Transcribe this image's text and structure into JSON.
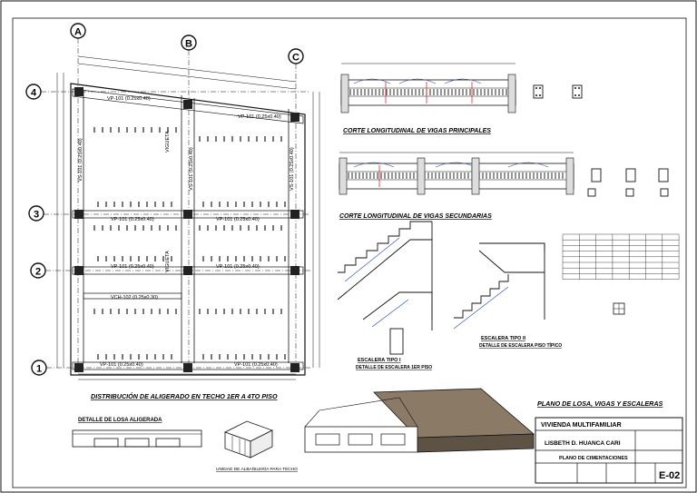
{
  "grid": {
    "columns": [
      "A",
      "B",
      "C"
    ],
    "rows": [
      "4",
      "3",
      "2",
      "1"
    ]
  },
  "plan": {
    "beams": {
      "vp_top": "VP-101 (0.25x0.40)",
      "vp_top_right": "VP-101 (0.25x0.40)",
      "vp_row3_left": "VP-101 (0.25x0.40)",
      "vp_row3_right": "VP-101 (0.25x0.40)",
      "vp_row2_left": "VP-101 (0.25x0.40)",
      "vp_row2_right": "VP-101 (0.25x0.40)",
      "vch": "VCH-102 (0.25x0.30)",
      "vp_bottom_left": "VP-101 (0.25x0.40)",
      "vp_bottom_right": "VP-101 (0.25x0.40)",
      "vs_left": "VS-101 (0.25x0.40)",
      "vs_mid": "VS-101 (0.25x0.40)",
      "vs_right": "VS-101 (0.25x0.40)"
    },
    "vigueta": "VIGUETA"
  },
  "titles": {
    "plan_title": "DISTRIBUCIÓN DE ALIGERADO EN TECHO 1ER A 4TO PISO",
    "corte_principales": "CORTE LONGITUDINAL DE VIGAS PRINCIPALES",
    "corte_secundarias": "CORTE LONGITUDINAL DE VIGAS SECUNDARIAS",
    "escalera_1": "ESCALERA TIPO I",
    "escalera_1_sub": "DETALLE DE ESCALERA 1ER PISO",
    "escalera_2": "ESCALERA TIPO II",
    "escalera_2_sub": "DETALLE DE ESCALERA PISO TÍPICO",
    "detalle_losa": "DETALLE DE LOSA ALIGERADA",
    "unidad_albanileria": "UNIDAD DE ALBAÑILERÍA PARA TECHO",
    "plano_titulo": "PLANO DE LOSA, VIGAS Y ESCALERAS"
  },
  "title_block": {
    "project": "VIVIENDA MULTIFAMILIAR",
    "author": "LISBETH D. HUANCA CARI",
    "plan_name": "PLANO DE CIMENTACIONES",
    "sheet": "E-02"
  },
  "colors": {
    "ink": "#111111",
    "hatch": "#777777",
    "accent_red": "#d03030",
    "accent_blue": "#2040c0",
    "concrete": "#8a7a66"
  }
}
